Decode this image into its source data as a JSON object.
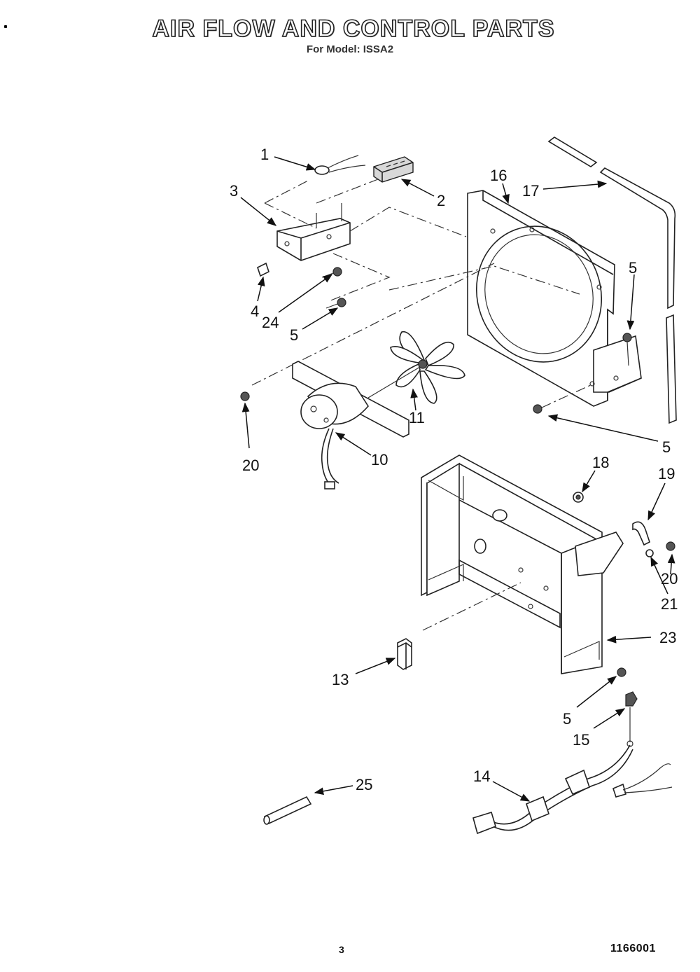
{
  "header": {
    "title": "AIR FLOW AND CONTROL PARTS",
    "subtitle": "For Model: ISSA2"
  },
  "callouts": {
    "c1": "1",
    "c2": "2",
    "c3": "3",
    "c4": "4",
    "c24": "24",
    "c5a": "5",
    "c5b": "5",
    "c5c": "5",
    "c5d": "5",
    "c16": "16",
    "c17": "17",
    "c11": "11",
    "c10": "10",
    "c20a": "20",
    "c20b": "20",
    "c18": "18",
    "c19": "19",
    "c21": "21",
    "c23": "23",
    "c13": "13",
    "c15": "15",
    "c14": "14",
    "c25": "25"
  },
  "footer": {
    "page": "3",
    "doc_number": "1166001"
  }
}
